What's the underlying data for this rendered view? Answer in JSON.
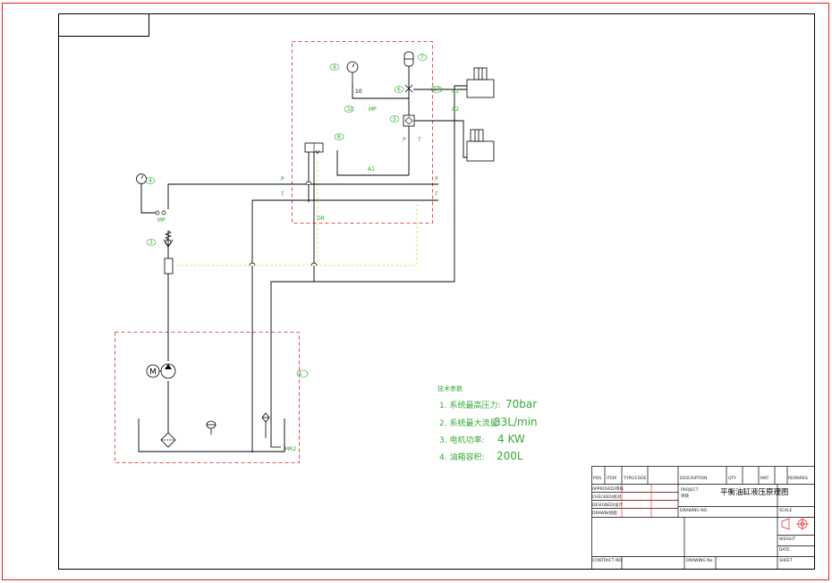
{
  "colors": {
    "sheet_border": "#e02020",
    "frame": "#000000",
    "line": "#000000",
    "pilot_line": "#e8e040",
    "boundary": "#e02020",
    "label": "#22aa22",
    "spec_text": "#33aa33",
    "table_red": "#e02020"
  },
  "labels": {
    "gauge_top_num": "9",
    "gauge_top_value": "10",
    "gauge_top_mp": "MP",
    "gauge_top_tag": "10",
    "accum_num": "7",
    "valve6_num": "6",
    "line_a1_num": "17",
    "block5_num": "5",
    "port_a1_top": "A1",
    "port_a2_top": "A2",
    "port_p_block": "P",
    "port_t_block": "T",
    "valve8_num": "8",
    "port_a1_mid": "A1",
    "port_p_left": "P",
    "port_t_left": "T",
    "port_p_right": "P",
    "port_t_right": "T",
    "port_dr": "DR",
    "gauge_left_num": "4",
    "gauge_left_mp": "MP",
    "check_num": "3",
    "unit_num": "1",
    "tank_port": "MR2"
  },
  "specs": {
    "heading": "技术参数",
    "rows": [
      {
        "label": "1. 系统最高压力:",
        "value": "70bar"
      },
      {
        "label": "2. 系统最大流量:",
        "value": "33L/min"
      },
      {
        "label": "3. 电机功率:",
        "value": "4  KW"
      },
      {
        "label": "4. 油箱容积:",
        "value": "200L"
      }
    ]
  },
  "title_block": {
    "header_cells": [
      "POS",
      "ITEM",
      "TYPE/CODE",
      "DESCRIPTION",
      "QTY",
      "MAT",
      "REMARKS"
    ],
    "row_labels": [
      "APPROVED/审核",
      "CHECKED/校对",
      "DESIGNED/设计",
      "DRAWN/绘图"
    ],
    "project_label": "PROJECT",
    "project_sub": "项目",
    "drawing_title": "平衡油缸液压原理图",
    "drawing_no_label": "DRAWING NO.",
    "scale_label": "SCALE",
    "weight_label": "WEIGHT",
    "date_label": "DATE",
    "sheet_label": "SHEET",
    "contract_label": "CONTRACT NO.",
    "drawing_label": "DRAWING No."
  }
}
